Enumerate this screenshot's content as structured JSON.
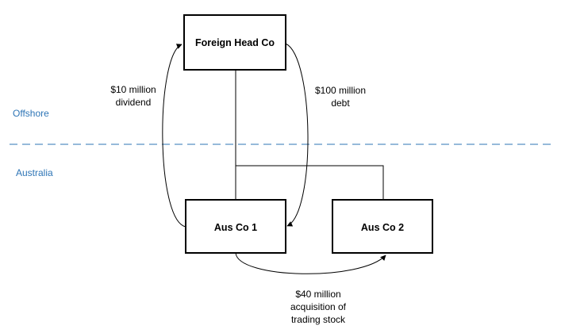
{
  "colors": {
    "region_label": "#2e75b6",
    "divider": "#2e75b6",
    "box_border": "#000000",
    "connector": "#000000"
  },
  "regions": {
    "offshore_label": "Offshore",
    "australia_label": "Australia"
  },
  "entities": {
    "head": {
      "label": "Foreign Head Co"
    },
    "aus1": {
      "label": "Aus Co 1"
    },
    "aus2": {
      "label": "Aus Co 2"
    }
  },
  "flows": {
    "dividend": {
      "line1": "$10 million",
      "line2": "dividend"
    },
    "debt": {
      "line1": "$100 million",
      "line2": "debt"
    },
    "acquisition": {
      "line1": "$40 million",
      "line2": "acquisition of",
      "line3": "trading stock"
    }
  }
}
